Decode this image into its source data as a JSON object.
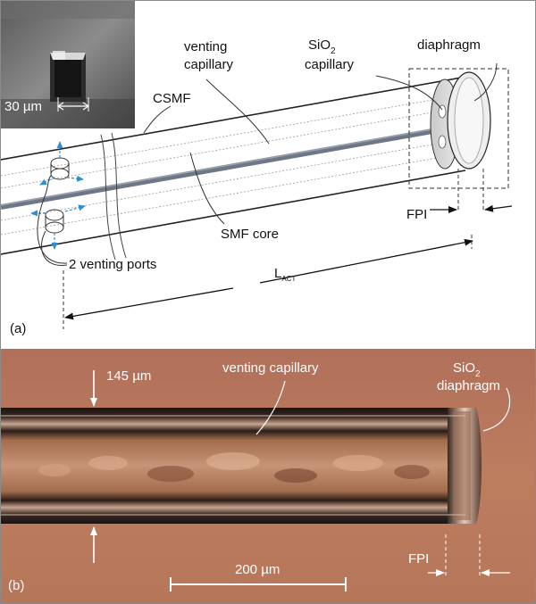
{
  "panel_a": {
    "label": "(a)",
    "inset_scale": "30 µm",
    "labels": {
      "venting_capillary_1": "venting",
      "venting_capillary_2": "capillary",
      "sio2_1": "SiO",
      "sio2_sub": "2",
      "sio2_2": "capillary",
      "diaphragm": "diaphragm",
      "csmf": "CSMF",
      "smf_core": "SMF core",
      "venting_ports": "2 venting ports",
      "fpi": "FPI",
      "lact_main": "L",
      "lact_sub": "ACT"
    }
  },
  "panel_b": {
    "label": "(b)",
    "labels": {
      "thickness": "145 µm",
      "venting_capillary": "venting capillary",
      "sio2": "SiO",
      "sio2_sub": "2",
      "diaphragm": "diaphragm",
      "scale": "200 µm",
      "fpi": "FPI"
    }
  },
  "colors": {
    "arrow_blue": "#2b8fd6",
    "micrograph_bg": "#b9785a",
    "core": "#6d7785"
  }
}
